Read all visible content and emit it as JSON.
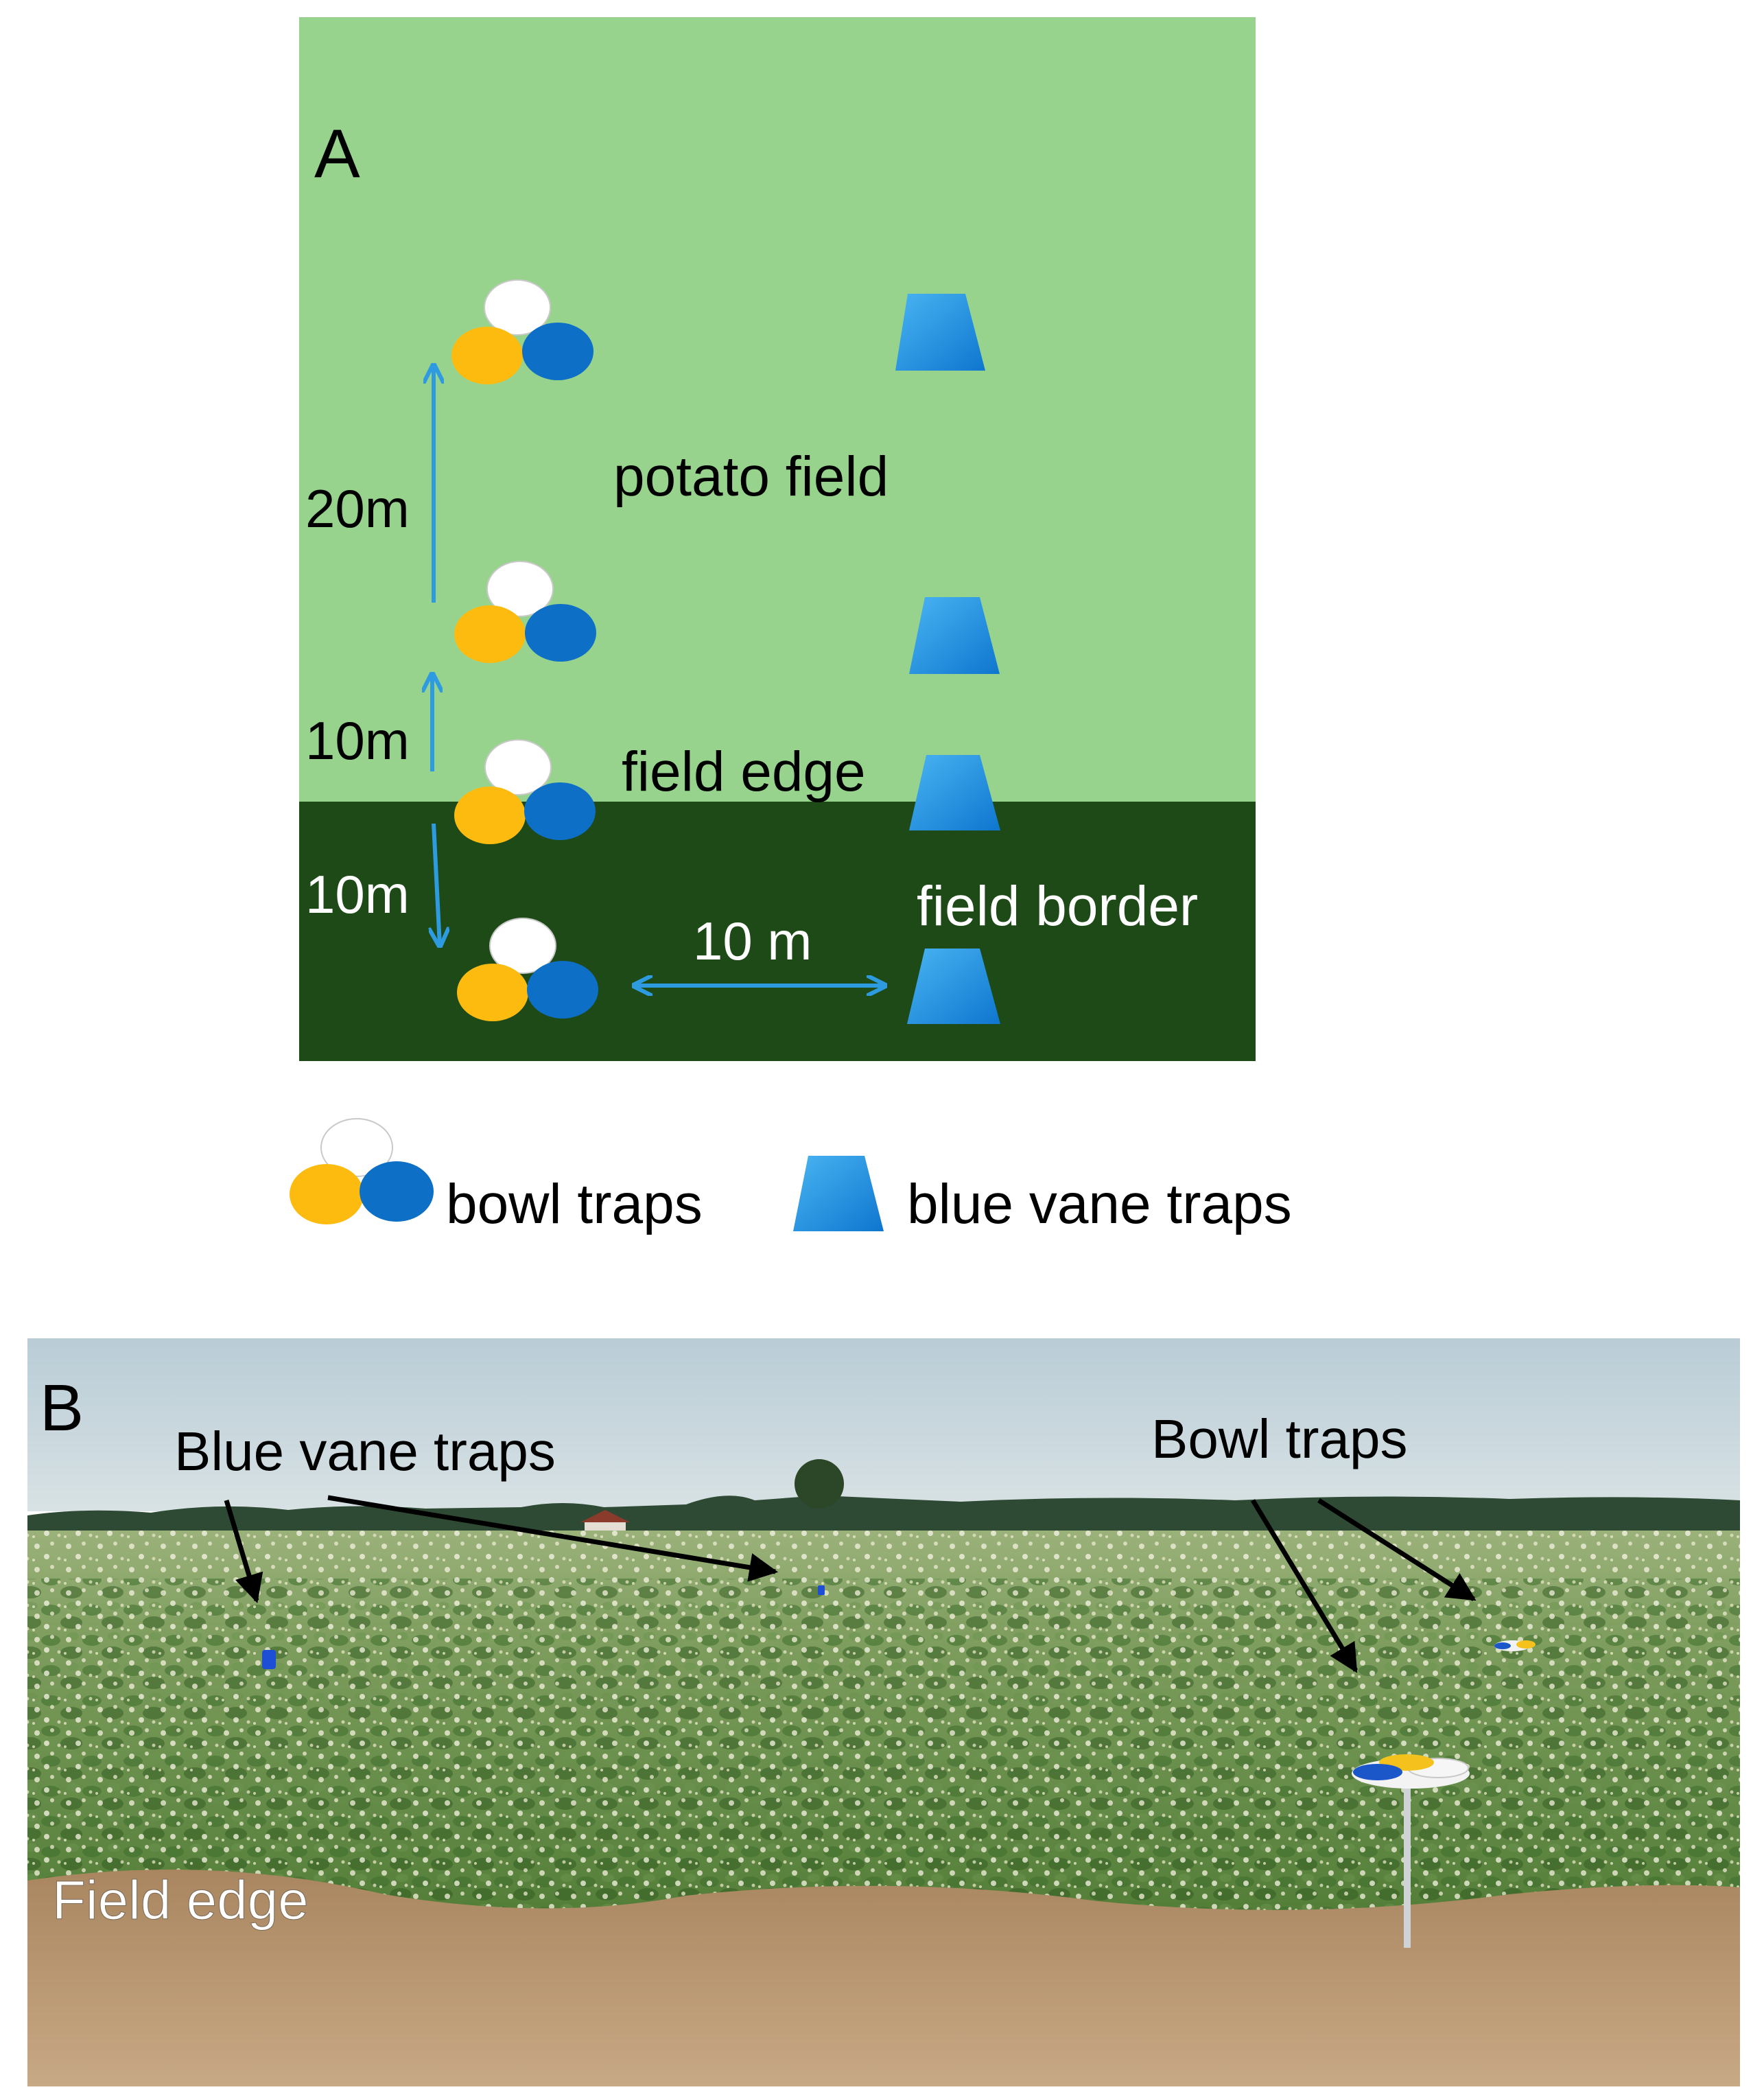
{
  "panel_a": {
    "letter": "A",
    "labels": {
      "potato_field": "potato field",
      "field_edge": "field edge",
      "field_border": "field border"
    },
    "distances": {
      "top": "20m",
      "middle": "10m",
      "lower": "10m",
      "horizontal": "10 m"
    },
    "legend": {
      "bowl": "bowl traps",
      "vane": "blue vane traps"
    },
    "colors": {
      "field": "#98d38e",
      "border": "#1e4a18",
      "arrow": "#2e9be0",
      "bowl_white": "#ffffff",
      "bowl_yellow": "#fdbb0f",
      "bowl_blue": "#0d6fc6",
      "vane": "#1f8fe0"
    }
  },
  "panel_b": {
    "letter": "B",
    "labels": {
      "blue_vane": "Blue vane traps",
      "bowl": "Bowl traps",
      "field_edge": "Field edge"
    }
  }
}
